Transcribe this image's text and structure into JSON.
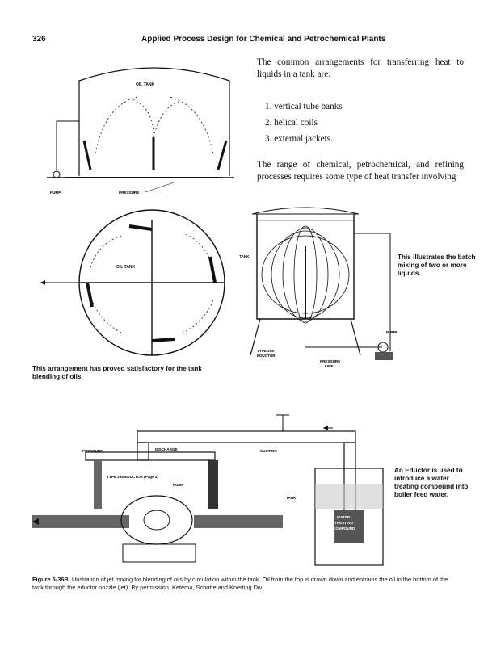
{
  "header": {
    "page_number": "326",
    "book_title": "Applied Process Design for Chemical and Petrochemical Plants"
  },
  "text": {
    "intro": "The common arrangements for transferring heat to liquids in a tank are:",
    "list": [
      "1. vertical tube banks",
      "2. helical coils",
      "3. external jackets."
    ],
    "para2": "The range of chemical, petrochemical, and refining processes requires some type of heat transfer involving"
  },
  "fig1": {
    "oil_tank": "OIL TANK",
    "pump": "PUMP",
    "pressure": "PRESSURE"
  },
  "fig2": {
    "oil_tank": "OIL TANK",
    "note": "This arrangement has proved satisfactory for the tank blending of oils."
  },
  "fig3": {
    "tank": "TANK",
    "eductor_1": "TYPE 258",
    "eductor_2": "EDUCTOR",
    "pressure_1": "PRESSURE",
    "pressure_2": "LINE",
    "pump": "PUMP",
    "note": "This illustrates the batch mixing of two or more liquids."
  },
  "fig4": {
    "pressure": "PRESSURE",
    "discharge": "DISCHARGE",
    "suction": "SUCTION",
    "eductor": "TYPE 264 EDUCTOR (Page 3)",
    "pump": "PUMP",
    "tank": "TANK",
    "water_1": "WATER",
    "water_2": "TREATING",
    "water_3": "COMPOUND",
    "note": "An Eductor is used to introduce a water treating compound into boiler feed water."
  },
  "caption": {
    "label": "Figure 5-36B.",
    "text": " Illustration of jet mixing for blending of oils by circulation within the tank. Oil from the top is drawn down and entrains the oil in the bottom of the tank through the eductor nozzle (jet). By permission, Ketema, Schutte and Koerting Div."
  }
}
